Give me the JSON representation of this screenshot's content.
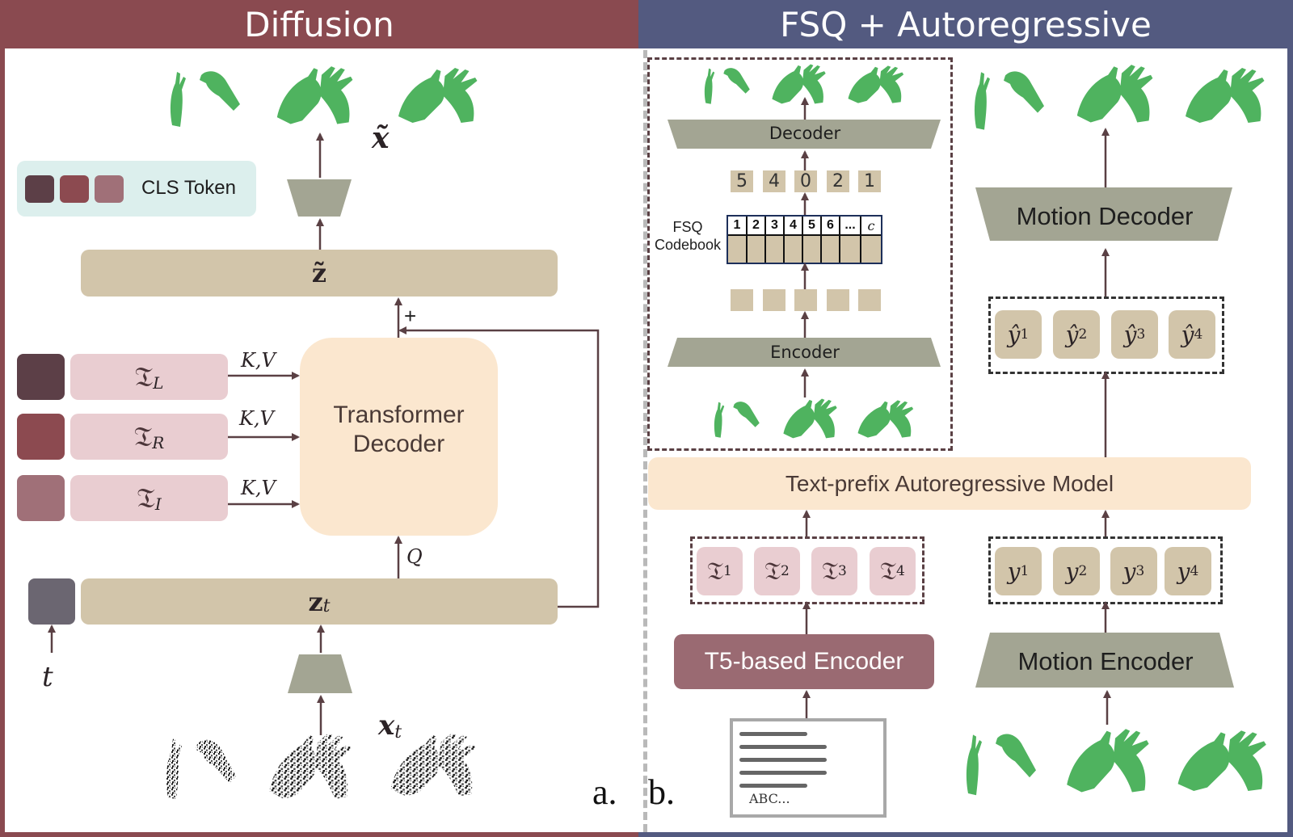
{
  "panels": {
    "a": {
      "title": "Diffusion",
      "label": "a."
    },
    "b": {
      "title": "FSQ + Autoregressive",
      "label": "b."
    }
  },
  "colors": {
    "diffusion_header": "#8a4a50",
    "fsq_header": "#535a80",
    "latent_bar": "#d2c5aa",
    "trapezoid": "#a3a593",
    "transformer": "#fbe7cf",
    "text_token": "#e9cdd1",
    "t5_encoder": "#9a6a72",
    "cls_left": "#5c3f47",
    "cls_right": "#8c4a50",
    "cls_interaction": "#a07078",
    "time_token": "#6b6671",
    "arrow": "#5a4044",
    "hand_green": "#4fb35f",
    "cls_legend_bg": "#dcefed"
  },
  "diffusion": {
    "cls_legend": {
      "label": "CLS Token",
      "swatches": [
        "left",
        "right",
        "interaction"
      ]
    },
    "output_label": "x̃",
    "latent_out_label": "z̃",
    "plus_label": "+",
    "text_tokens": [
      {
        "base": "𝔗",
        "sub": "L",
        "kv_label": "K,V"
      },
      {
        "base": "𝔗",
        "sub": "R",
        "kv_label": "K,V"
      },
      {
        "base": "𝔗",
        "sub": "I",
        "kv_label": "K,V"
      }
    ],
    "transformer": {
      "line1": "Transformer",
      "line2": "Decoder"
    },
    "query_label": "Q",
    "latent_in": {
      "base": "z",
      "sub": "t"
    },
    "time_label": "t",
    "noisy_input": {
      "base": "x",
      "sub": "t"
    },
    "output_hands": "clean-hand-poses",
    "input_hands": "noisy-hand-poses"
  },
  "fsq": {
    "vae": {
      "decoder_label": "Decoder",
      "encoder_label": "Encoder",
      "indices": [
        "5",
        "4",
        "0",
        "2",
        "1"
      ],
      "codebook_label_1": "FSQ",
      "codebook_label_2": "Codebook",
      "codebook_cells": [
        "1",
        "2",
        "3",
        "4",
        "5",
        "6",
        "...",
        "𝑐"
      ],
      "latent_count": 5
    },
    "motion_decoder_label": "Motion Decoder",
    "pred_tokens": [
      {
        "base": "ŷ",
        "sup": "1"
      },
      {
        "base": "ŷ",
        "sup": "2"
      },
      {
        "base": "ŷ",
        "sup": "3"
      },
      {
        "base": "ŷ",
        "sup": "4"
      }
    ],
    "ar_model_label": "Text-prefix Autoregressive Model",
    "text_tokens": [
      {
        "base": "𝔗",
        "sup": "1"
      },
      {
        "base": "𝔗",
        "sup": "2"
      },
      {
        "base": "𝔗",
        "sup": "3"
      },
      {
        "base": "𝔗",
        "sup": "4"
      }
    ],
    "motion_tokens": [
      {
        "base": "y",
        "sup": "1"
      },
      {
        "base": "y",
        "sup": "2"
      },
      {
        "base": "y",
        "sup": "3"
      },
      {
        "base": "y",
        "sup": "4"
      }
    ],
    "t5_encoder_label": "T5-based Encoder",
    "motion_encoder_label": "Motion Encoder",
    "text_doc_caption": "ABC..."
  }
}
